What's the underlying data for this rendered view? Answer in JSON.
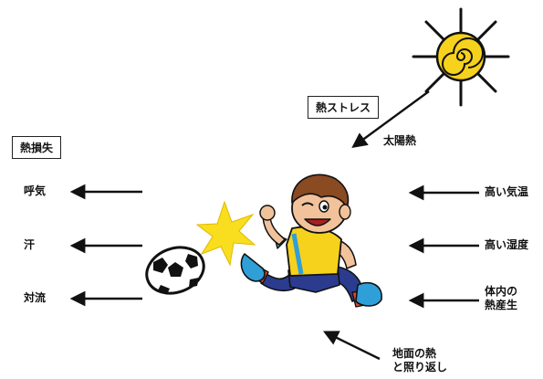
{
  "heat_stress": "熱ストレス",
  "heat_loss": "熱損失",
  "solar_heat": "太陽熱",
  "loss": [
    "呼気",
    "汗",
    "対流"
  ],
  "gain": [
    "高い気温",
    "高い湿度",
    "体内の\n熱産生"
  ],
  "ground_heat": "地面の熱\nと照り返し"
}
